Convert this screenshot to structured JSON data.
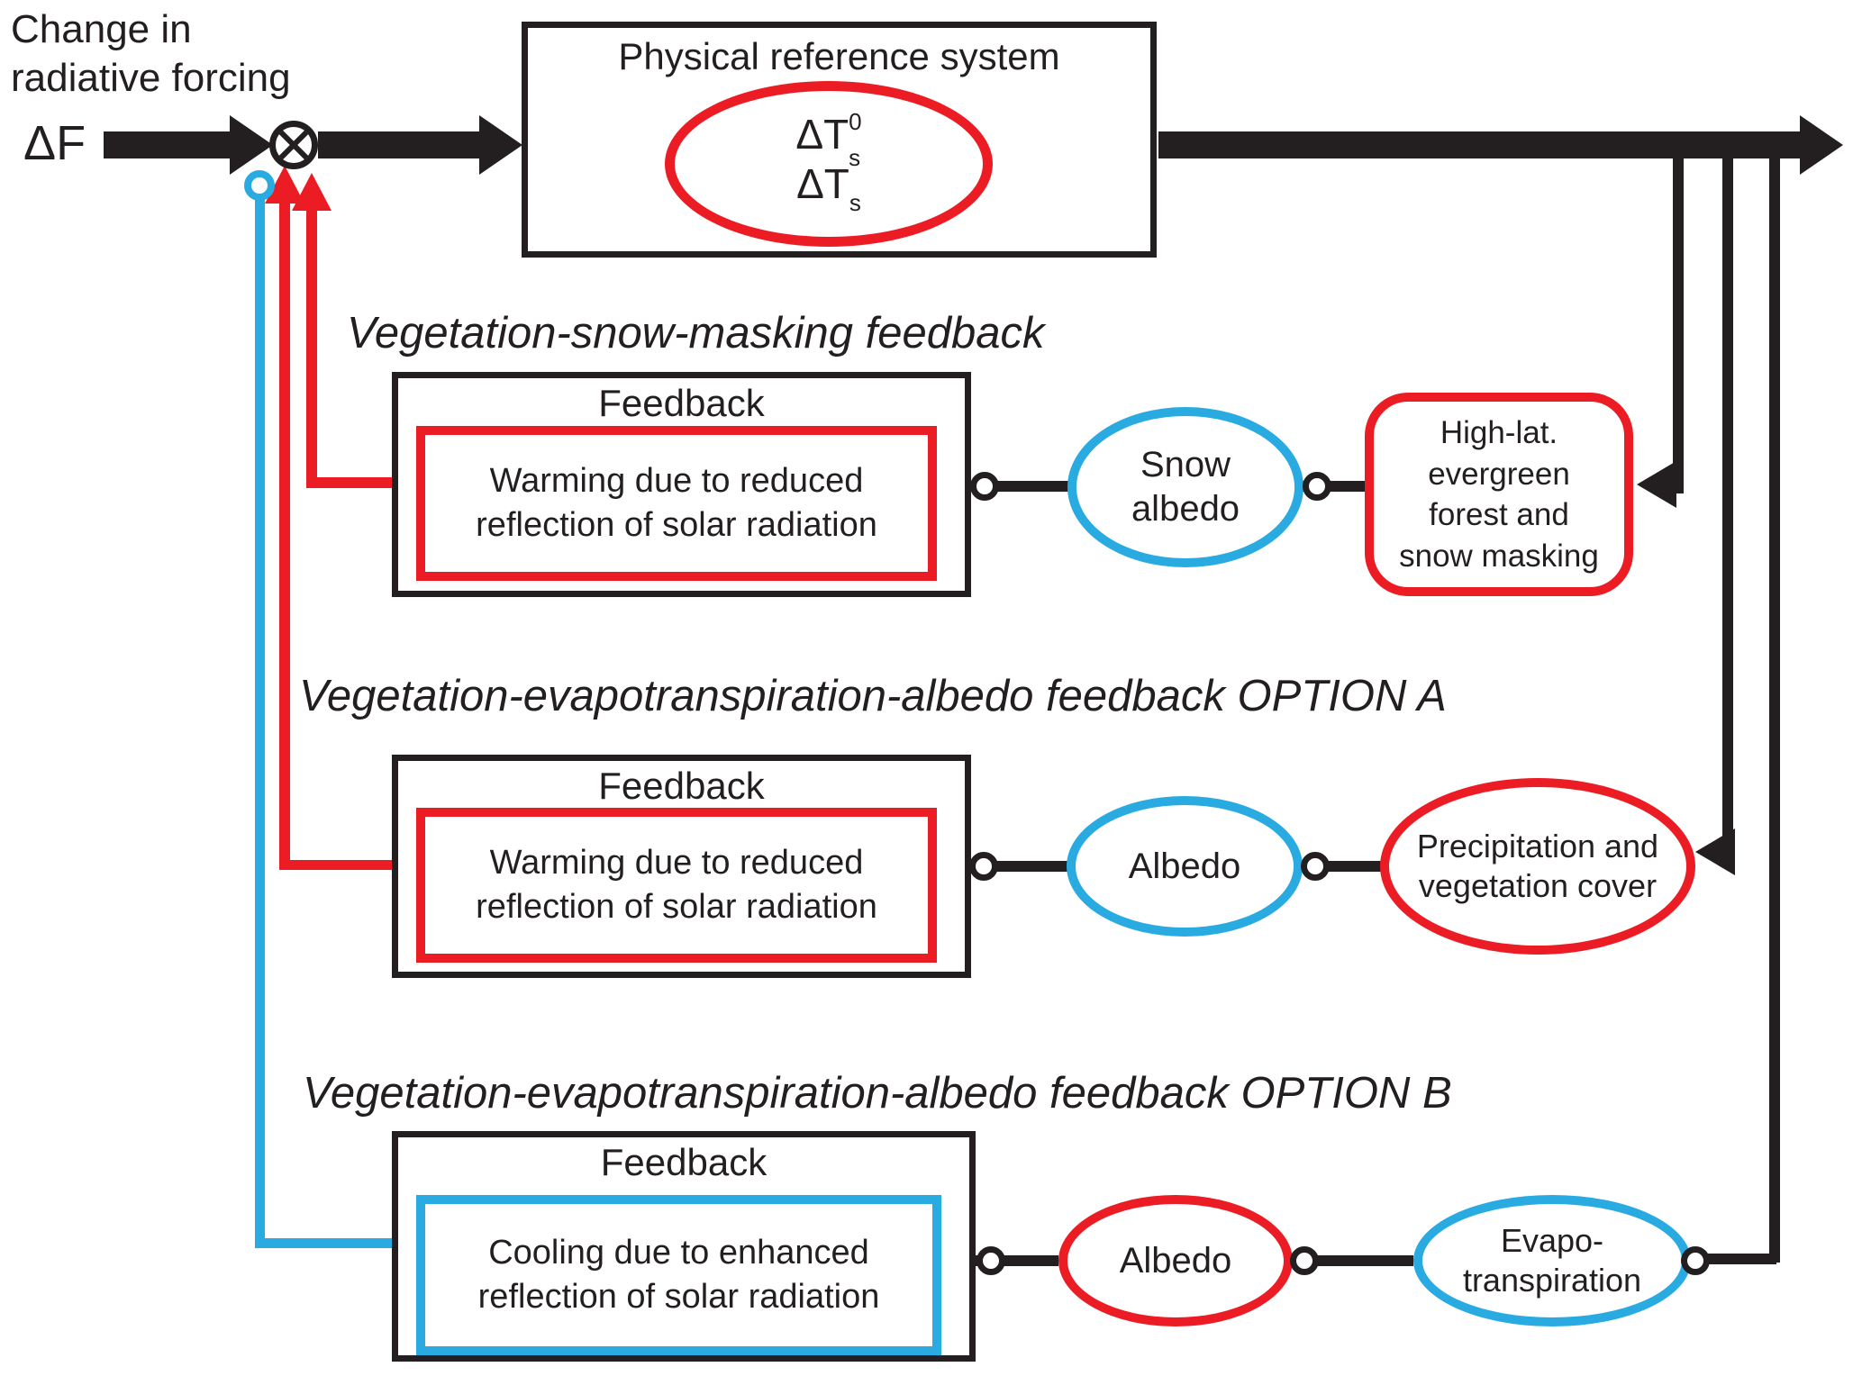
{
  "colors": {
    "red": "#EC1C24",
    "blue": "#29ABE2",
    "black": "#231F20"
  },
  "input": {
    "label": "Change in radiative forcing",
    "symbol": "ΔF"
  },
  "physical_box": {
    "title": "Physical reference system",
    "dt1_base": "ΔT",
    "dt1_sup": "0",
    "dt1_sub": "s",
    "dt2_base": "ΔT",
    "dt2_sub": "s"
  },
  "sections": [
    {
      "title": "Vegetation-snow-masking feedback",
      "feedback_header": "Feedback",
      "feedback_text": "Warming due to reduced reflection of solar radiation",
      "node1": "Snow albedo",
      "node2": "High-lat. evergreen forest and snow masking"
    },
    {
      "title": "Vegetation-evapotranspiration-albedo feedback OPTION A",
      "feedback_header": "Feedback",
      "feedback_text": "Warming due to reduced reflection of solar radiation",
      "node1": "Albedo",
      "node2": "Precipitation and vegetation cover"
    },
    {
      "title": "Vegetation-evapotranspiration-albedo feedback OPTION B",
      "feedback_header": "Feedback",
      "feedback_text": "Cooling due to enhanced reflection of solar radiation",
      "node1": "Albedo",
      "node2": "Evapo-transpiration"
    }
  ]
}
